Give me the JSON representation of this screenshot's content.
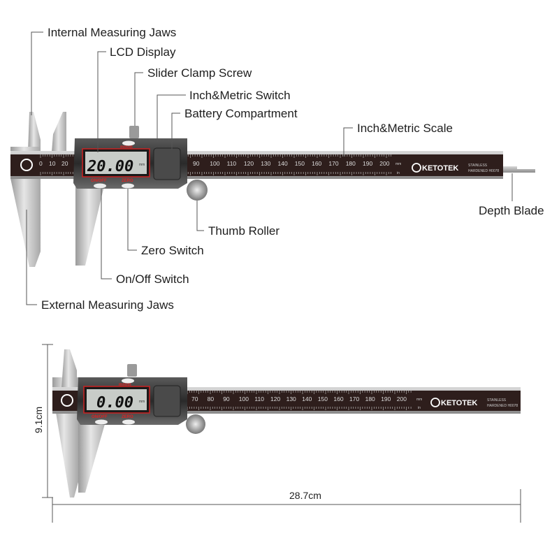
{
  "labels": {
    "internal_jaws": "Internal Measuring Jaws",
    "lcd_display": "LCD Display",
    "clamp_screw": "Slider Clamp Screw",
    "unit_switch": "Inch&Metric Switch",
    "battery": "Battery Compartment",
    "scale": "Inch&Metric Scale",
    "depth_blade": "Depth Blade",
    "thumb_roller": "Thumb Roller",
    "zero_switch": "Zero Switch",
    "onoff_switch": "On/Off Switch",
    "external_jaws": "External Measuring Jaws"
  },
  "top_caliper": {
    "reading": "20.00",
    "scale_start": [
      "0",
      "10",
      "20"
    ],
    "scale_end": [
      "90",
      "100",
      "110",
      "120",
      "130",
      "140",
      "150",
      "160",
      "170",
      "180",
      "190",
      "200"
    ]
  },
  "bottom_caliper": {
    "reading": "0.00",
    "scale_end": [
      "70",
      "80",
      "90",
      "100",
      "110",
      "120",
      "130",
      "140",
      "150",
      "160",
      "170",
      "180",
      "190",
      "200"
    ]
  },
  "device": {
    "unit_button": "mm/in",
    "onoff_button": "ON/OFF",
    "zero_button": "ZERO",
    "lcd_unit": "mm",
    "mm_label": "mm",
    "in_label": "in",
    "brand": "KETOTEK",
    "stainless": "STAINLESS",
    "hardened": "HARDENED H0078"
  },
  "dimensions": {
    "height": "9.1cm",
    "length": "28.7cm"
  }
}
